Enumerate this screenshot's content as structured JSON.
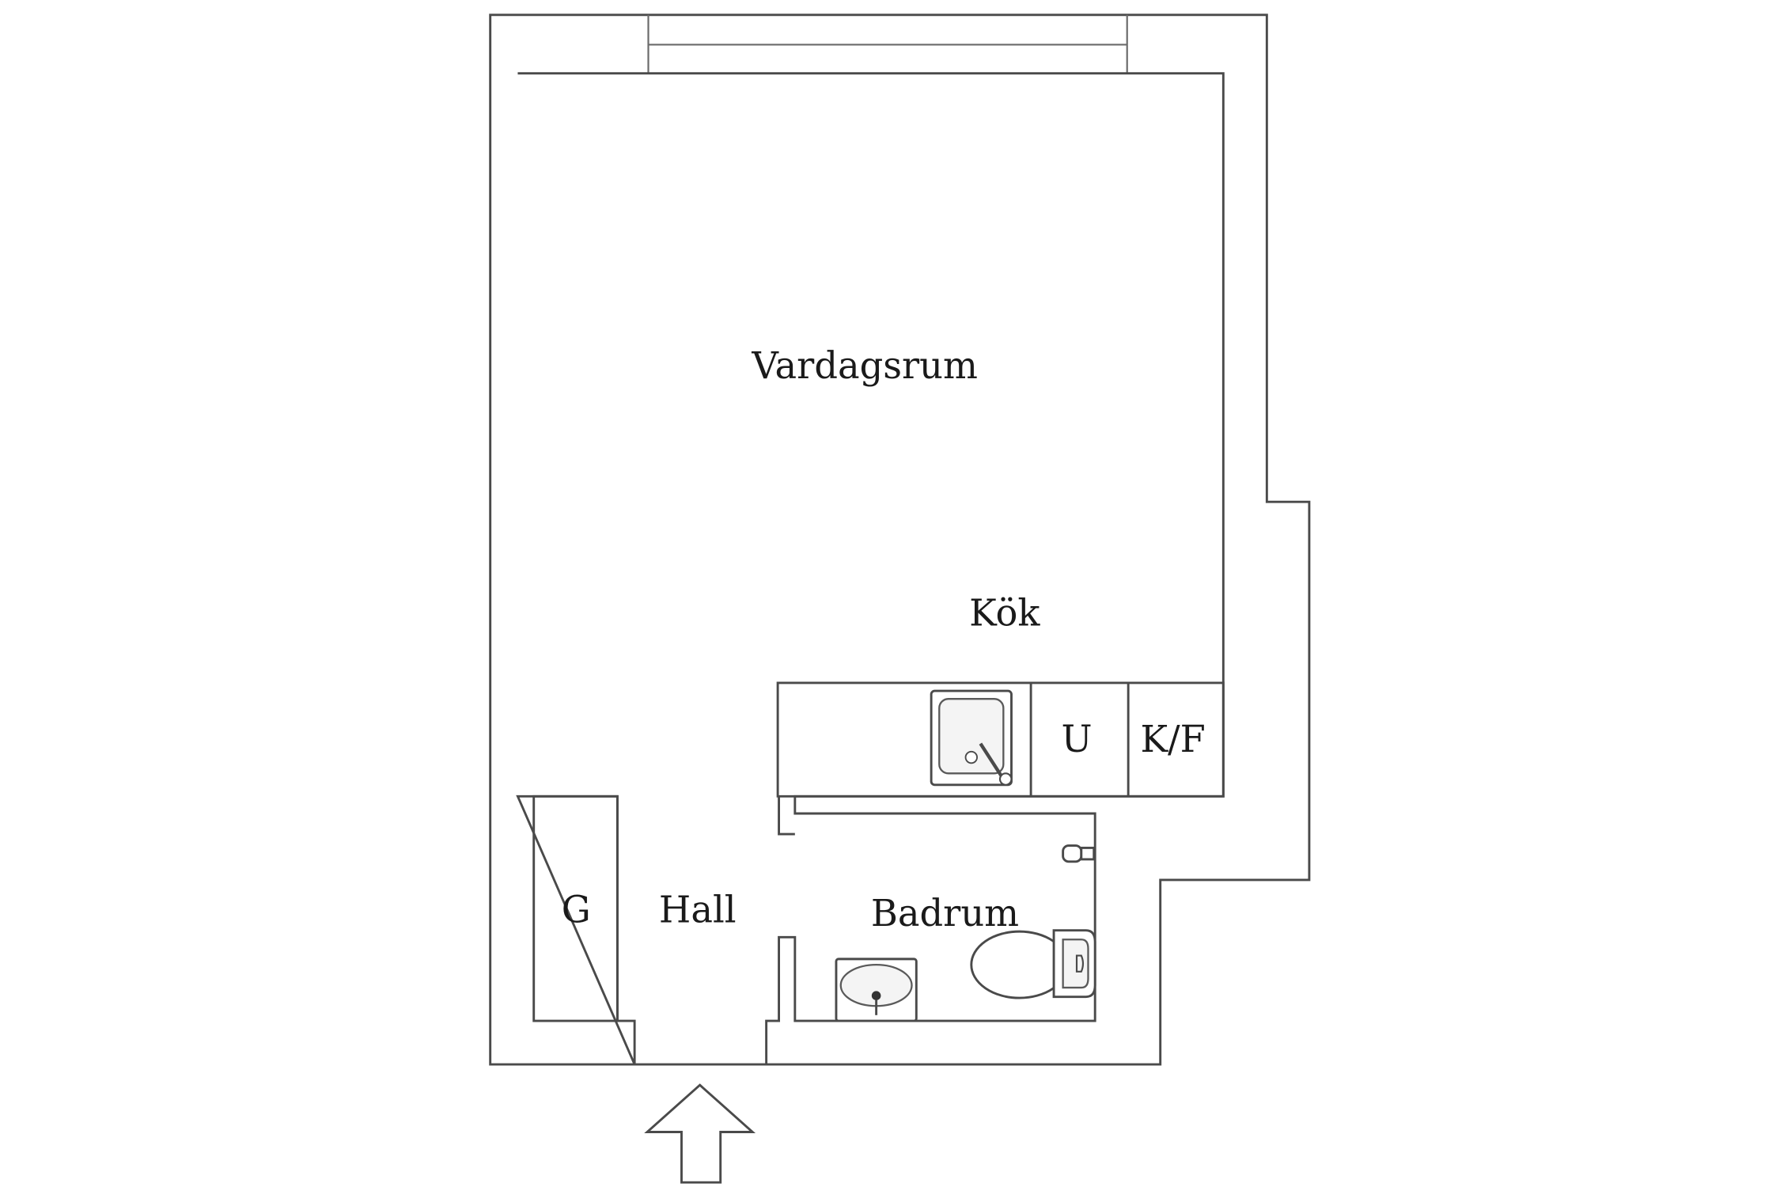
{
  "floor_plan": {
    "rooms": {
      "living_room": "Vardagsrum",
      "kitchen": "Kök",
      "hall": "Hall",
      "bathroom": "Badrum",
      "wardrobe": "G"
    },
    "appliances": {
      "dishwasher": "U",
      "fridge_freezer": "K/F"
    },
    "icons": [
      "sink-icon",
      "washbasin-icon",
      "toilet-icon",
      "tap-icon",
      "entrance-arrow-icon"
    ]
  }
}
